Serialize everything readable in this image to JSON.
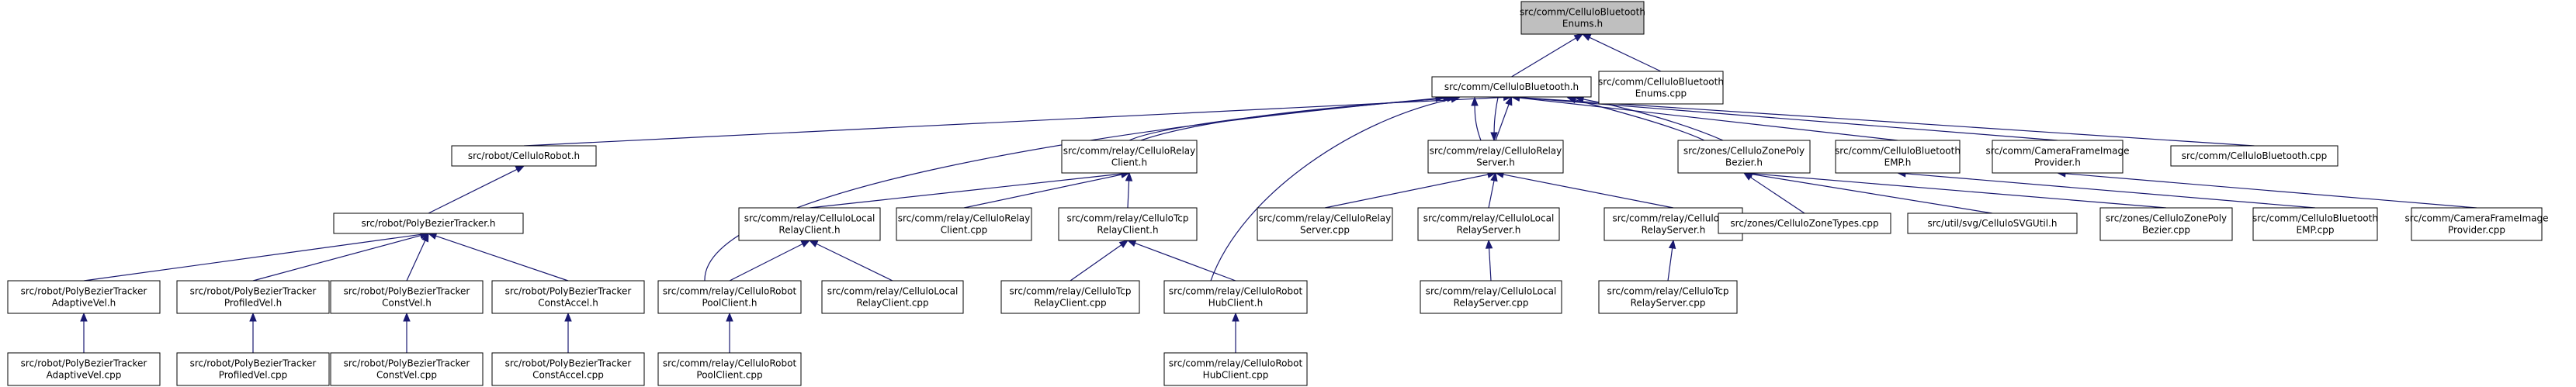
{
  "graph": {
    "colors": {
      "edge": "#191970",
      "node_border": "#000000",
      "node_fill": "#ffffff",
      "root_fill": "#bfbfbf"
    },
    "nodes": [
      {
        "id": "root",
        "lines": [
          "src/comm/CelluloBluetooth",
          "Enums.h"
        ]
      },
      {
        "id": "cb_h",
        "lines": [
          "src/comm/CelluloBluetooth.h"
        ]
      },
      {
        "id": "cb_enums_cpp",
        "lines": [
          "src/comm/CelluloBluetooth",
          "Enums.cpp"
        ]
      },
      {
        "id": "robot_h",
        "lines": [
          "src/robot/CelluloRobot.h"
        ]
      },
      {
        "id": "relayclient_h",
        "lines": [
          "src/comm/relay/CelluloRelay",
          "Client.h"
        ]
      },
      {
        "id": "relayserver_h",
        "lines": [
          "src/comm/relay/CelluloRelay",
          "Server.h"
        ]
      },
      {
        "id": "zonepoly_h",
        "lines": [
          "src/zones/CelluloZonePoly",
          "Bezier.h"
        ]
      },
      {
        "id": "emp_h",
        "lines": [
          "src/comm/CelluloBluetooth",
          "EMP.h"
        ]
      },
      {
        "id": "camframe_h",
        "lines": [
          "src/comm/CameraFrameImage",
          "Provider.h"
        ]
      },
      {
        "id": "cb_cpp",
        "lines": [
          "src/comm/CelluloBluetooth.cpp"
        ]
      },
      {
        "id": "pbt_h",
        "lines": [
          "src/robot/PolyBezierTracker.h"
        ]
      },
      {
        "id": "localrelayclient_h",
        "lines": [
          "src/comm/relay/CelluloLocal",
          "RelayClient.h"
        ]
      },
      {
        "id": "relayclient_cpp",
        "lines": [
          "src/comm/relay/CelluloRelay",
          "Client.cpp"
        ]
      },
      {
        "id": "tcprelayclient_h",
        "lines": [
          "src/comm/relay/CelluloTcp",
          "RelayClient.h"
        ]
      },
      {
        "id": "relayserver_cpp",
        "lines": [
          "src/comm/relay/CelluloRelay",
          "Server.cpp"
        ]
      },
      {
        "id": "localrelayserver_h",
        "lines": [
          "src/comm/relay/CelluloLocal",
          "RelayServer.h"
        ]
      },
      {
        "id": "tcprelayserver_h",
        "lines": [
          "src/comm/relay/CelluloTcp",
          "RelayServer.h"
        ]
      },
      {
        "id": "zonetypes_cpp",
        "lines": [
          "src/zones/CelluloZoneTypes.cpp"
        ]
      },
      {
        "id": "svgutil_h",
        "lines": [
          "src/util/svg/CelluloSVGUtil.h"
        ]
      },
      {
        "id": "zonepoly_cpp",
        "lines": [
          "src/zones/CelluloZonePoly",
          "Bezier.cpp"
        ]
      },
      {
        "id": "emp_cpp",
        "lines": [
          "src/comm/CelluloBluetooth",
          "EMP.cpp"
        ]
      },
      {
        "id": "camframe_cpp",
        "lines": [
          "src/comm/CameraFrameImage",
          "Provider.cpp"
        ]
      },
      {
        "id": "pbt_adaptive_h",
        "lines": [
          "src/robot/PolyBezierTracker",
          "AdaptiveVel.h"
        ]
      },
      {
        "id": "pbt_profiled_h",
        "lines": [
          "src/robot/PolyBezierTracker",
          "ProfiledVel.h"
        ]
      },
      {
        "id": "pbt_constvel_h",
        "lines": [
          "src/robot/PolyBezierTracker",
          "ConstVel.h"
        ]
      },
      {
        "id": "pbt_constaccel_h",
        "lines": [
          "src/robot/PolyBezierTracker",
          "ConstAccel.h"
        ]
      },
      {
        "id": "poolclient_h",
        "lines": [
          "src/comm/relay/CelluloRobot",
          "PoolClient.h"
        ]
      },
      {
        "id": "localrelayclient_cpp",
        "lines": [
          "src/comm/relay/CelluloLocal",
          "RelayClient.cpp"
        ]
      },
      {
        "id": "hubclient_h",
        "lines": [
          "src/comm/relay/CelluloRobot",
          "HubClient.h"
        ]
      },
      {
        "id": "tcprelayclient_cpp",
        "lines": [
          "src/comm/relay/CelluloTcp",
          "RelayClient.cpp"
        ]
      },
      {
        "id": "localrelayserver_cpp",
        "lines": [
          "src/comm/relay/CelluloLocal",
          "RelayServer.cpp"
        ]
      },
      {
        "id": "tcprelayserver_cpp",
        "lines": [
          "src/comm/relay/CelluloTcp",
          "RelayServer.cpp"
        ]
      },
      {
        "id": "pbt_adaptive_cpp",
        "lines": [
          "src/robot/PolyBezierTracker",
          "AdaptiveVel.cpp"
        ]
      },
      {
        "id": "pbt_profiled_cpp",
        "lines": [
          "src/robot/PolyBezierTracker",
          "ProfiledVel.cpp"
        ]
      },
      {
        "id": "pbt_constvel_cpp",
        "lines": [
          "src/robot/PolyBezierTracker",
          "ConstVel.cpp"
        ]
      },
      {
        "id": "pbt_constaccel_cpp",
        "lines": [
          "src/robot/PolyBezierTracker",
          "ConstAccel.cpp"
        ]
      },
      {
        "id": "poolclient_cpp",
        "lines": [
          "src/comm/relay/CelluloRobot",
          "PoolClient.cpp"
        ]
      },
      {
        "id": "hubclient_cpp",
        "lines": [
          "src/comm/relay/CelluloRobot",
          "HubClient.cpp"
        ]
      }
    ],
    "edges": [
      {
        "from": "cb_h",
        "to": "root"
      },
      {
        "from": "cb_enums_cpp",
        "to": "root"
      },
      {
        "from": "robot_h",
        "to": "cb_h"
      },
      {
        "from": "relayclient_h",
        "to": "cb_h"
      },
      {
        "from": "relayserver_h",
        "to": "cb_h"
      },
      {
        "from": "zonepoly_h",
        "to": "cb_h"
      },
      {
        "from": "emp_h",
        "to": "cb_h"
      },
      {
        "from": "camframe_h",
        "to": "cb_h"
      },
      {
        "from": "cb_cpp",
        "to": "cb_h"
      },
      {
        "from": "poolclient_h",
        "to": "cb_h"
      },
      {
        "from": "hubclient_h",
        "to": "cb_h"
      },
      {
        "from": "relayclient_cpp",
        "to": "cb_h"
      },
      {
        "from": "relayserver_cpp",
        "to": "cb_h"
      },
      {
        "from": "zonepoly_cpp",
        "to": "cb_h"
      },
      {
        "from": "cb_h",
        "to": "relayserver_h"
      },
      {
        "from": "pbt_h",
        "to": "robot_h"
      },
      {
        "from": "pbt_adaptive_h",
        "to": "pbt_h"
      },
      {
        "from": "pbt_profiled_h",
        "to": "pbt_h"
      },
      {
        "from": "pbt_constvel_h",
        "to": "pbt_h"
      },
      {
        "from": "pbt_constaccel_h",
        "to": "pbt_h"
      },
      {
        "from": "pbt_adaptive_cpp",
        "to": "pbt_adaptive_h"
      },
      {
        "from": "pbt_profiled_cpp",
        "to": "pbt_profiled_h"
      },
      {
        "from": "pbt_constvel_cpp",
        "to": "pbt_constvel_h"
      },
      {
        "from": "pbt_constaccel_cpp",
        "to": "pbt_constaccel_h"
      },
      {
        "from": "localrelayclient_h",
        "to": "relayclient_h"
      },
      {
        "from": "relayclient_cpp",
        "to": "relayclient_h"
      },
      {
        "from": "tcprelayclient_h",
        "to": "relayclient_h"
      },
      {
        "from": "poolclient_h",
        "to": "localrelayclient_h"
      },
      {
        "from": "localrelayclient_cpp",
        "to": "localrelayclient_h"
      },
      {
        "from": "tcprelayclient_cpp",
        "to": "tcprelayclient_h"
      },
      {
        "from": "hubclient_h",
        "to": "tcprelayclient_h"
      },
      {
        "from": "poolclient_cpp",
        "to": "poolclient_h"
      },
      {
        "from": "hubclient_cpp",
        "to": "hubclient_h"
      },
      {
        "from": "relayserver_cpp",
        "to": "relayserver_h"
      },
      {
        "from": "localrelayserver_h",
        "to": "relayserver_h"
      },
      {
        "from": "tcprelayserver_h",
        "to": "relayserver_h"
      },
      {
        "from": "localrelayserver_cpp",
        "to": "localrelayserver_h"
      },
      {
        "from": "tcprelayserver_cpp",
        "to": "tcprelayserver_h"
      },
      {
        "from": "zonetypes_cpp",
        "to": "zonepoly_h"
      },
      {
        "from": "svgutil_h",
        "to": "zonepoly_h"
      },
      {
        "from": "zonepoly_cpp",
        "to": "zonepoly_h"
      },
      {
        "from": "emp_cpp",
        "to": "emp_h"
      },
      {
        "from": "camframe_cpp",
        "to": "camframe_h"
      }
    ]
  }
}
